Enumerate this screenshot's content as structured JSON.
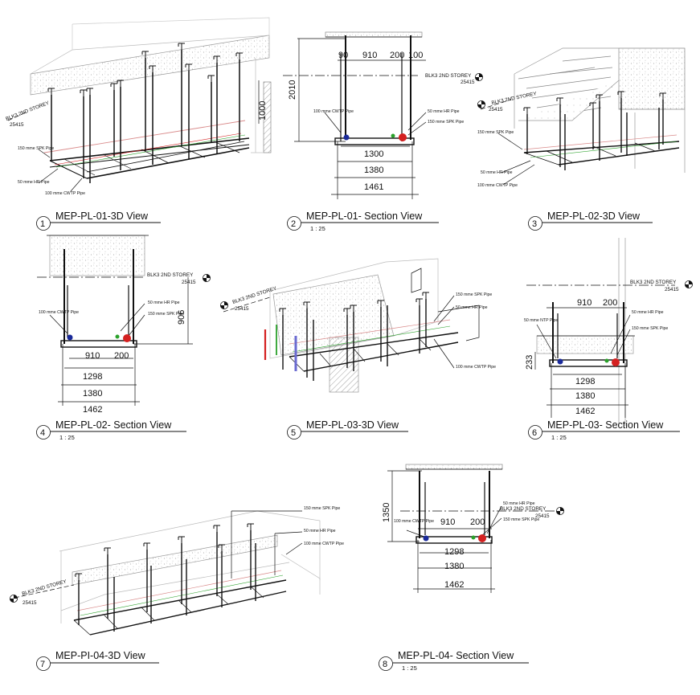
{
  "views": [
    {
      "number": "1",
      "title": "MEP-PL-01-3D View"
    },
    {
      "number": "2",
      "title": "MEP-PL-01- Section View",
      "scale": "1 : 25"
    },
    {
      "number": "3",
      "title": "MEP-PL-02-3D View"
    },
    {
      "number": "4",
      "title": "MEP-PL-02- Section View",
      "scale": "1 : 25"
    },
    {
      "number": "5",
      "title": "MEP-PL-03-3D View"
    },
    {
      "number": "6",
      "title": "MEP-PL-03- Section View",
      "scale": "1 : 25"
    },
    {
      "number": "7",
      "title": "MEP-PI-04-3D View"
    },
    {
      "number": "8",
      "title": "MEP-PL-04- Section View",
      "scale": "1 : 25"
    }
  ],
  "level": {
    "name": "BLK3 2ND STOREY",
    "elevation": "25415"
  },
  "pipe_labels": {
    "spk150": "150 mme SPK Pipe",
    "hr50": "50 mme HR Pipe",
    "cwtp100": "100 mme CWTP Pipe",
    "ntp50": "50 mme NTP Pipe"
  },
  "dims": {
    "v1_1000": "1000",
    "v2_90": "90",
    "v2_910": "910",
    "v2_200": "200",
    "v2_100": "100",
    "v2_2010": "2010",
    "v2_1300": "1300",
    "v2_1380": "1380",
    "v2_1461": "1461",
    "v4_906": "906",
    "v4_910": "910",
    "v4_200": "200",
    "v4_1298": "1298",
    "v4_1380": "1380",
    "v4_1462": "1462",
    "v6_910": "910",
    "v6_200": "200",
    "v6_233": "233",
    "v6_1298": "1298",
    "v6_1380": "1380",
    "v6_1462": "1462",
    "v8_1350": "1350",
    "v8_910": "910",
    "v8_200": "200",
    "v8_1298": "1298",
    "v8_1380": "1380",
    "v8_1462": "1462"
  },
  "colors": {
    "line": "#111111",
    "pipe_red": "#d42020",
    "pipe_green": "#2aa12a",
    "pipe_blue": "#1a2a9a",
    "pipe_pink": "#d98a8a",
    "concrete": "#b5b5b5"
  }
}
